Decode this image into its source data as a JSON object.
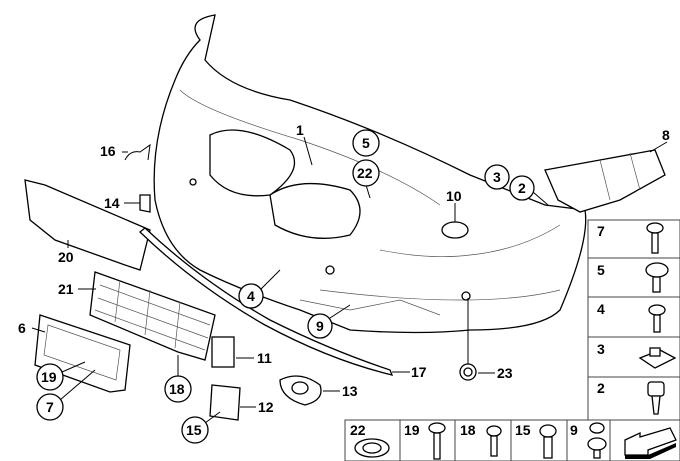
{
  "callouts": {
    "p1": "1",
    "p2": "2",
    "p3": "3",
    "p4": "4",
    "p5": "5",
    "p6": "6",
    "p7": "7",
    "p8": "8",
    "p9": "9",
    "p10": "10",
    "p11": "11",
    "p12": "12",
    "p13": "13",
    "p14": "14",
    "p15": "15",
    "p16": "16",
    "p17": "17",
    "p18": "18",
    "p19": "19",
    "p20": "20",
    "p21": "21",
    "p22": "22",
    "p23": "23"
  },
  "fastener_panel": {
    "right_column": [
      "7",
      "5",
      "4",
      "3",
      "2"
    ],
    "bottom_row": [
      "22",
      "19",
      "18",
      "15",
      "9"
    ]
  },
  "nav_icon": "arrow-icon"
}
